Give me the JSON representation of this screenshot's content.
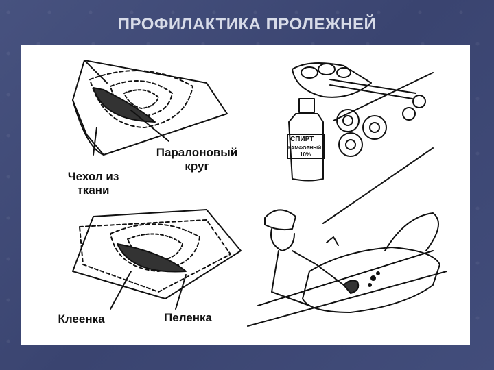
{
  "slide": {
    "title": "ПРОФИЛАКТИКА ПРОЛЕЖНЕЙ"
  },
  "figure": {
    "labels": {
      "foam_ring_line1": "Паралоновый",
      "foam_ring_line2": "круг",
      "cover_line1": "Чехол из",
      "cover_line2": "ткани",
      "oilcloth": "Клеенка",
      "diaper": "Пеленка"
    },
    "bottle_label_line1": "СПИРТ",
    "bottle_label_line2": "КАМФОРНЫЙ",
    "bottle_label_line3": "10%"
  }
}
